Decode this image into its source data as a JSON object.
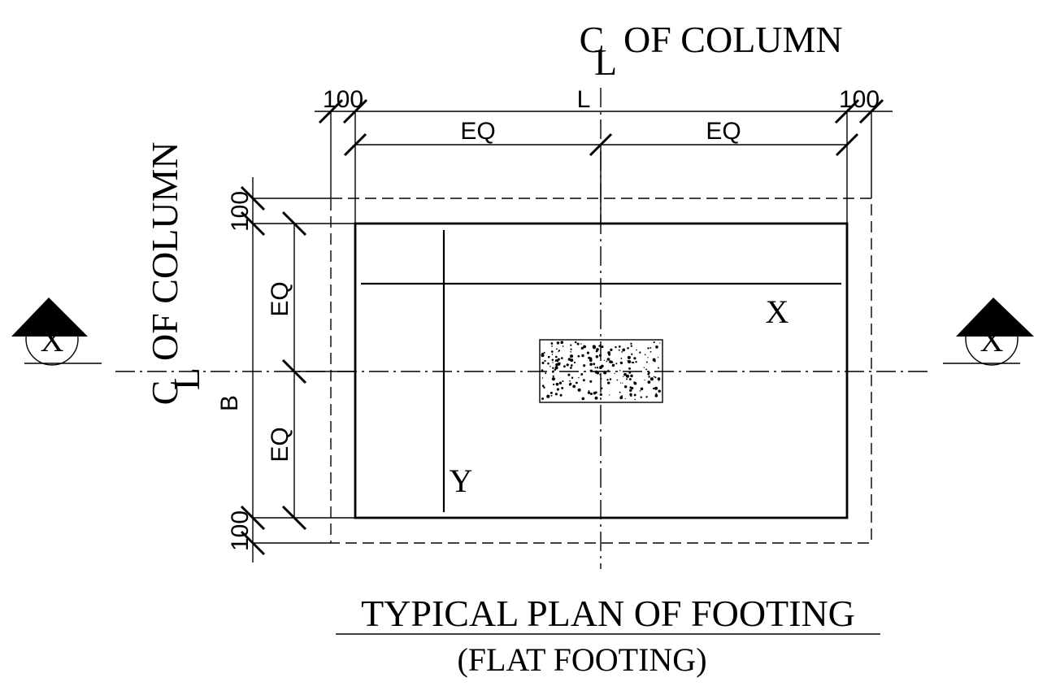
{
  "centerline_labels": {
    "vertical": {
      "c": "C",
      "l": "L",
      "text": "OF COLUMN"
    },
    "horizontal": {
      "c": "C",
      "l": "L",
      "text": "OF COLUMN"
    }
  },
  "dimensions": {
    "top_left_offset": "100",
    "top_right_offset": "100",
    "length": "L",
    "eq_left": "EQ",
    "eq_right": "EQ",
    "left_top_offset": "100",
    "left_bottom_offset": "100",
    "breadth": "B",
    "eq_top": "EQ",
    "eq_bottom": "EQ"
  },
  "rebar_labels": {
    "x": "X",
    "y": "Y"
  },
  "section_markers": {
    "left": "X",
    "right": "X"
  },
  "title": {
    "main": "TYPICAL PLAN OF FOOTING",
    "sub": "(FLAT FOOTING)"
  }
}
